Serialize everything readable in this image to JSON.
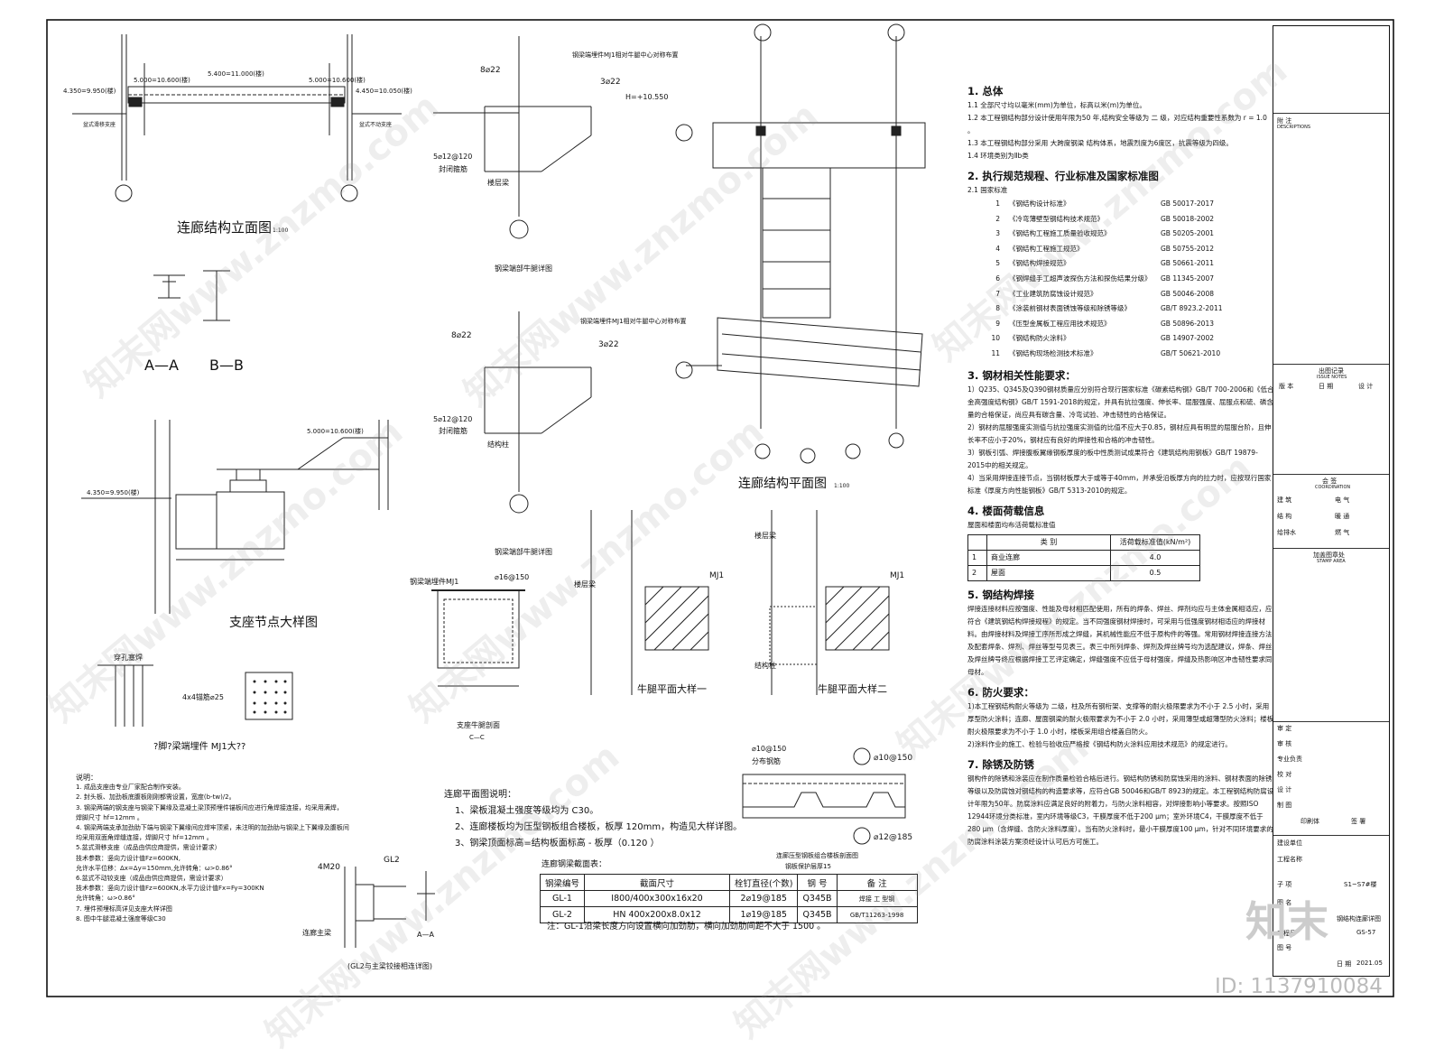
{
  "titles": {
    "elevation": "连廊结构立面图",
    "elevation_scale": "1:100",
    "section_aa": "A—A",
    "section_bb": "B—B",
    "bearing": "支座节点大样图",
    "embed_note": "?脚?梁端埋件 MJ1大??",
    "corbel_a": "钢梁端部牛腿详图",
    "corbel_b": "钢梁端部牛腿详图",
    "support_section": "支座牛腿剖面",
    "support_section_sub": "C—C",
    "corbel_plan_1": "牛腿平面大样一",
    "corbel_plan_2": "牛腿平面大样二",
    "plan": "连廊结构平面图",
    "plan_scale": "1:100",
    "deck_section": "连廊压型钢板组合楼板剖面图",
    "deck_section_sub": "钢板保护层厚15",
    "gl2_joint": "(GL2与主梁铰接相连详图)"
  },
  "labels": {
    "elev_l": "4.350=9.950(楼)",
    "elev_l2": "5.000=10.600(楼)",
    "elev_span": "5.400=11.000(楼)",
    "elev_r": "4.450=10.050(楼)",
    "elev_r2": "5.000=10.600(楼)",
    "fixed_l": "盆式滑移支座",
    "fixed_r": "盆式不动支座",
    "bearing_lvl": "4.350=9.950(楼)",
    "bearing_lvl2": "5.000=10.600(楼)",
    "rebar_8": "8⌀22",
    "rebar_3": "3⌀22",
    "rebar_5": "5⌀12@120",
    "seal_plate": "封闭箍筋",
    "floor_beam": "楼层梁",
    "struct_col": "结构柱",
    "corbel_note": "钢梁端埋件MJ1相对牛腿中心对称布置",
    "h_level": "H=+10.550",
    "mj1": "钢梁端埋件MJ1",
    "mj1_short": "MJ1",
    "stud_spacing": "⌀16@150",
    "anchor": "4x4锚筋⌀25",
    "thru_weld": "穿孔塞焊",
    "rebar_top": "⌀10@150",
    "dist_bar": "分布钢筋",
    "rebar_btm": "⌀12@185",
    "connect_main": "连廊主梁",
    "gl2": "GL2",
    "bolt": "4M20",
    "section_a": "A—A"
  },
  "notes_left": {
    "title": "说明：",
    "lines": [
      "1. 成品支座由专业厂家配合制作安装。",
      "2. 封头板、加劲板底腹板刚刚都需设置，宽度(b-tw)/2。",
      "3. 钢梁两端的钢支座与钢梁下翼缘及混凝土梁顶预埋件锚板间应进行角焊接连接，均采用满焊，",
      "   焊脚尺寸 hf=12mm 。",
      "4. 钢梁两端支承加劲肋下端与钢梁下翼缘间应焊牢顶紧，未注明的加劲肋与钢梁上下翼缘及腹板间",
      "   均采用双面角焊缝连接，焊脚尺寸 hf=12mm 。",
      "5.盆式滑移支座（成品由供应商提供，需设计要求）",
      "   技术参数：竖向力设计值Fz=600KN,",
      "   允许水平位移：Δx=Δy=150mm,允许转角：ω>0.86°",
      "6.盆式不动铰支座（成品由供应商提供，需设计要求）",
      "   技术参数：竖向力设计值Fz=600KN,水平力设计值Fx=Fy=300KN",
      "   允许转角：ω>0.86°",
      "7. 埋件预埋标高详见支座大样详图",
      "8. 图中牛腿混凝土强度等级C30"
    ]
  },
  "notes_mid": {
    "title": "连廊平面图说明：",
    "lines": [
      "1、梁板混凝土强度等级均为 C30。",
      "2、连廊楼板均为压型钢板组合楼板，板厚 120mm，构造见大样详图。",
      "3、钢梁顶面标高=结构板面标高 - 板厚（0.120 ）"
    ]
  },
  "beam_table": {
    "title": "连廊钢梁截面表：",
    "headers": [
      "钢梁编号",
      "截面尺寸",
      "栓钉直径(个数)",
      "钢 号",
      "备 注"
    ],
    "rows": [
      [
        "GL-1",
        "Ⅰ800/400x300x16x20",
        "2⌀19@185",
        "Q345B",
        "焊接 工 型钢"
      ],
      [
        "GL-2",
        "HN 400x200x8.0x12",
        "1⌀19@185",
        "Q345B",
        "GB/T11263-1998"
      ]
    ],
    "footnote": "注：GL-1沿梁长度方向设置横向加劲肋，横向加劲肋间距不大于 1500 。"
  },
  "general": {
    "s1": "1.  总体",
    "s1_items": [
      "1.1   全部尺寸均以毫米(mm)为单位，标高以米(m)为单位。",
      "1.2   本工程钢结构部分设计使用年限为50 年,结构安全等级为 二 级，对应结构重要性系数为 r = 1.0 。",
      "1.3   本工程钢结构部分采用  大跨度钢梁  结构体系，地震烈度为6度区，抗震等级为四级。",
      "1.4   环境类别为Ⅱb类"
    ],
    "s2": "2.  执行规范规程、行业标准及国家标准图",
    "s2_sub": "2.1   国家标准",
    "standards": [
      [
        "1",
        "《钢结构设计标准》",
        "GB 50017-2017"
      ],
      [
        "2",
        "《冷弯薄壁型钢结构技术规范》",
        "GB 50018-2002"
      ],
      [
        "3",
        "《钢结构工程施工质量验收规范》",
        "GB 50205-2001"
      ],
      [
        "4",
        "《钢结构工程施工规范》",
        "GB 50755-2012"
      ],
      [
        "5",
        "《钢结构焊接规范》",
        "GB 50661-2011"
      ],
      [
        "6",
        "《钢焊缝手工超声波探伤方法和探伤结果分级》",
        "GB 11345-2007"
      ],
      [
        "7",
        "《工业建筑防腐蚀设计规范》",
        "GB 50046-2008"
      ],
      [
        "8",
        "《涂装前钢材表面锈蚀等级和除锈等级》",
        "GB/T 8923.2-2011"
      ],
      [
        "9",
        "《压型金属板工程应用技术规范》",
        "GB 50896-2013"
      ],
      [
        "10",
        "《钢结构防火涂料》",
        "GB 14907-2002"
      ],
      [
        "11",
        "《钢结构现场检测技术标准》",
        "GB/T 50621-2010"
      ]
    ],
    "s3": "3.  钢材相关性能要求：",
    "s3_text": [
      "1）Q235、Q345及Q390钢材质量应分别符合现行国家标准《碳素结构钢》GB/T 700-2006和《低合金高强度结构钢》GB/T 1591-2018的规定，并具有抗拉强度、伸长率、屈服强度、屈服点和硫、磷含量的合格保证，尚应具有碳含量、冷弯试验、冲击韧性的合格保证。",
      "2）钢材的屈服强度实测值与抗拉强度实测值的比值不应大于0.85，钢材应具有明显的屈服台阶，且伸长率不应小于20%，钢材应有良好的焊接性和合格的冲击韧性。",
      "3）钢板引弧、焊接腹板翼缘钢板厚度的板中性质测试成果符合《建筑结构用钢板》GB/T 19879-2015中的相关规定。",
      "4）当采用焊接连接节点，当钢材板厚大于或等于40mm，并承受沿板厚方向的拉力时，应按现行国家标准《厚度方向性能钢板》GB/T 5313-2010的规定。"
    ],
    "s4": "4. 楼面荷载信息",
    "s4_sub": "屋面和楼面均布活荷载标准值",
    "load_headers": [
      "",
      "类 别",
      "活荷载标准值(kN/m²)"
    ],
    "loads": [
      [
        "1",
        "商业连廊",
        "4.0"
      ],
      [
        "2",
        "屋面",
        "0.5"
      ]
    ],
    "s5": "5. 钢结构焊接",
    "s5_text": "焊接连接材料应按强度、性能及母材相匹配使用，所有的焊条、焊丝、焊剂均应与主体金属相适应，应符合《建筑钢结构焊接规程》的规定。当不同强度钢材焊接时，可采用与低强度钢材相适应的焊接材料。由焊接材料及焊接工序所形成之焊缝，其机械性能应不低于原构件的等强。常用钢材焊接连接方法及配套焊条、焊剂、焊丝等型号见表三。表三中所列焊条、焊剂及焊丝牌号均为选配建议，焊条、焊丝及焊丝牌号终应根据焊接工艺评定确定，焊缝强度不应低于母材强度，焊缝及热影响区冲击韧性要求同母材。",
    "s6": "6.  防火要求：",
    "s6_text": [
      "1)本工程钢结构耐火等级为 二级，柱及所有钢桁架、支撑等的耐火极限要求为不小于 2.5 小时，采用厚型防火涂料；连廊、屋面钢梁的耐火极限要求为不小于 2.0 小时，采用薄型或超薄型防火涂料；楼板耐火极限要求为不小于 1.0 小时，楼板采用组合楼盖自防火。",
      "2)涂料作业的施工、检验与验收应严格按《钢结构防火涂料应用技术规范》的规定进行。"
    ],
    "s7": "7. 除锈及防锈",
    "s7_text": "钢构件的除锈和涂装应在制作质量检验合格后进行。钢结构防锈和防腐蚀采用的涂料、钢材表面的除锈等级以及防腐蚀对钢结构的构造要求等，应符合GB 50046和GB/T 8923的规定。本工程钢结构防腐设计年限为50年。防腐涂料应满足良好的附着力，与防火涂料相容，对焊接影响小等要求。按照ISO 12944环境分类标准，室内环境等级C3，干膜厚度不低于200 μm；室外环境C4，干膜厚度不低于280 μm（含焊缝、含防火涂料厚度）。当有防火涂料时，最小干膜厚度100 μm，针对不同环境要求的防腐涂料涂装方案须经设计认可后方可施工。"
  },
  "titleblock": {
    "notes": "附 注",
    "notes_en": "DESCRIPTIONS",
    "issue": "出图记录",
    "issue_en": "ISSUE NOTES",
    "version": "版 本",
    "date": "日 期",
    "design": "设 计",
    "cosign": "会 签",
    "cosign_en": "COORDINATION",
    "arch": "建 筑",
    "elec": "电 气",
    "struct": "结 构",
    "hvac": "暖 通",
    "plumb": "给排水",
    "gas": "燃 气",
    "stamp": "加盖图章处",
    "stamp_en": "STAMP AREA",
    "approve": "审 定",
    "check": "审 核",
    "lead": "专业负责",
    "verify": "校 对",
    "designer": "设 计",
    "drawn": "制 图",
    "print": "印刷体",
    "sign": "签 署",
    "client": "建设单位",
    "project": "工程名称",
    "subitem": "子 项",
    "subitem_val": "S1~S7#楼",
    "drawing": "图 名",
    "drawing_val": "钢结构连廊详图",
    "job_no": "工程号",
    "sheet_no": "图 号",
    "sheet_val": "GS-57",
    "date_label": "日 期",
    "date_val": "2021.05"
  },
  "overlay": {
    "watermark": "知末网www.znzmo.com",
    "logo": "知末",
    "id": "ID: 1137910084"
  }
}
